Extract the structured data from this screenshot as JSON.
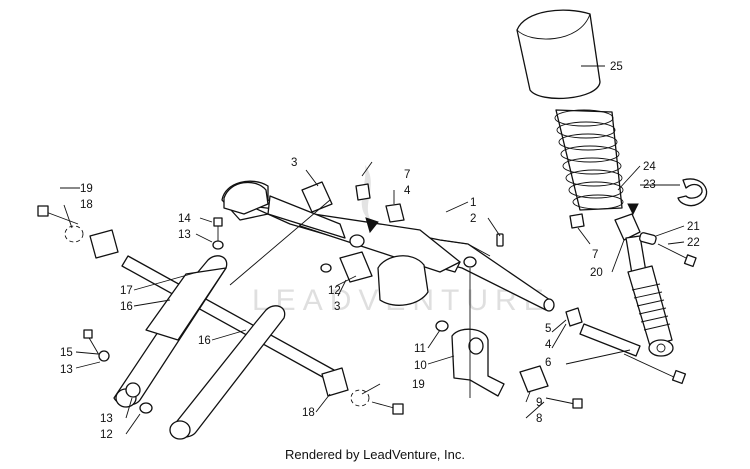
{
  "watermark": "LEADVENTURE",
  "footer": {
    "text": "Rendered by LeadVenture, Inc."
  },
  "callouts": {
    "c25": "25",
    "c24": "24",
    "c23": "23",
    "c21": "21",
    "c22": "22",
    "c20": "20",
    "c7a": "7",
    "c4a": "4",
    "c7b": "7",
    "c3a": "3",
    "c3b": "3",
    "c1": "1",
    "c2": "2",
    "c19a": "19",
    "c18a": "18",
    "c14": "14",
    "c13a": "13",
    "c12a": "12",
    "c17": "17",
    "c16a": "16",
    "c15": "15",
    "c13b": "13",
    "c16b": "16",
    "c13c": "13",
    "c12b": "12",
    "c5": "5",
    "c4b": "4",
    "c6": "6",
    "c11": "11",
    "c10": "10",
    "c19b": "19",
    "c18b": "18",
    "c9": "9",
    "c8": "8"
  }
}
